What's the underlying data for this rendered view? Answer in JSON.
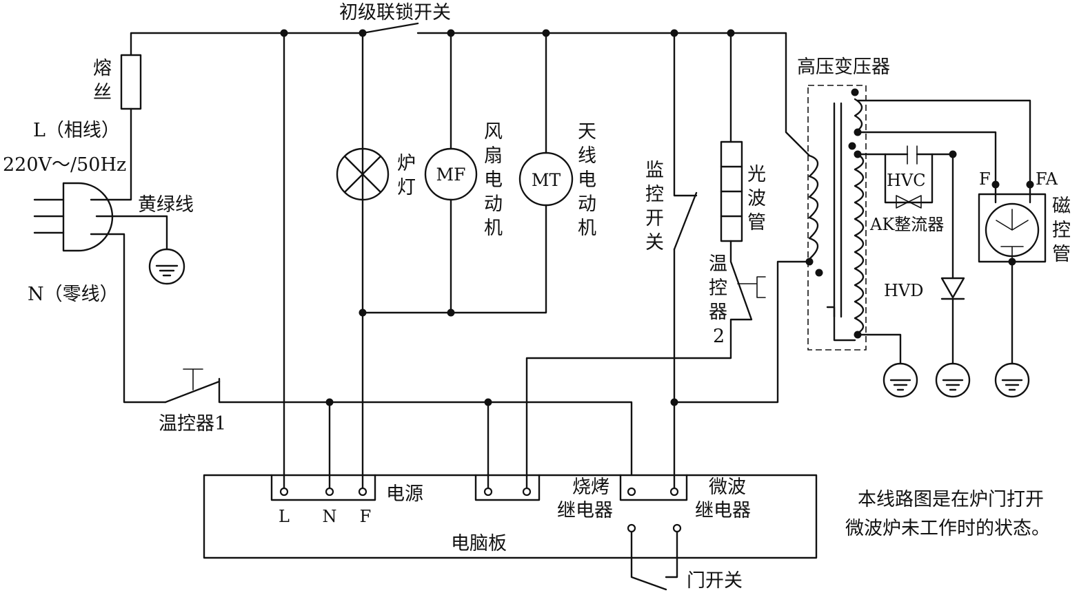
{
  "labels": {
    "primary_interlock_switch": "初级联锁开关",
    "fuse_line1": "熔",
    "fuse_line2": "丝",
    "live_wire": "L（相线）",
    "voltage": "220V～/50Hz",
    "ground_wire": "黄绿线",
    "neutral_wire": "N（零线）",
    "lamp_line1": "炉",
    "lamp_line2": "灯",
    "fan_motor_symbol": "MF",
    "fan_motor": [
      "风",
      "扇",
      "电",
      "动",
      "机"
    ],
    "antenna_motor_symbol": "MT",
    "antenna_motor": [
      "天",
      "线",
      "电",
      "动",
      "机"
    ],
    "monitor_switch": [
      "监",
      "控",
      "开",
      "关"
    ],
    "light_tube": [
      "光",
      "波",
      "管"
    ],
    "thermostat_2": [
      "温",
      "控",
      "器",
      "2"
    ],
    "hv_transformer": "高压变压器",
    "hv_capacitor": "HVC",
    "rectifier": "AK整流器",
    "hv_diode": "HVD",
    "magnetron_pin_f": "F",
    "magnetron_pin_fa": "FA",
    "magnetron": [
      "磁",
      "控",
      "管"
    ],
    "thermostat_1": "温控器1",
    "power_terminal": "电源",
    "terminal_l": "L",
    "terminal_n": "N",
    "terminal_f": "F",
    "grill_relay_line1": "烧烤",
    "grill_relay_line2": "继电器",
    "microwave_relay_line1": "微波",
    "microwave_relay_line2": "继电器",
    "control_board": "电脑板",
    "door_switch": "门开关",
    "note_line1": "本线路图是在炉门打开",
    "note_line2": "微波炉未工作时的状态。"
  }
}
